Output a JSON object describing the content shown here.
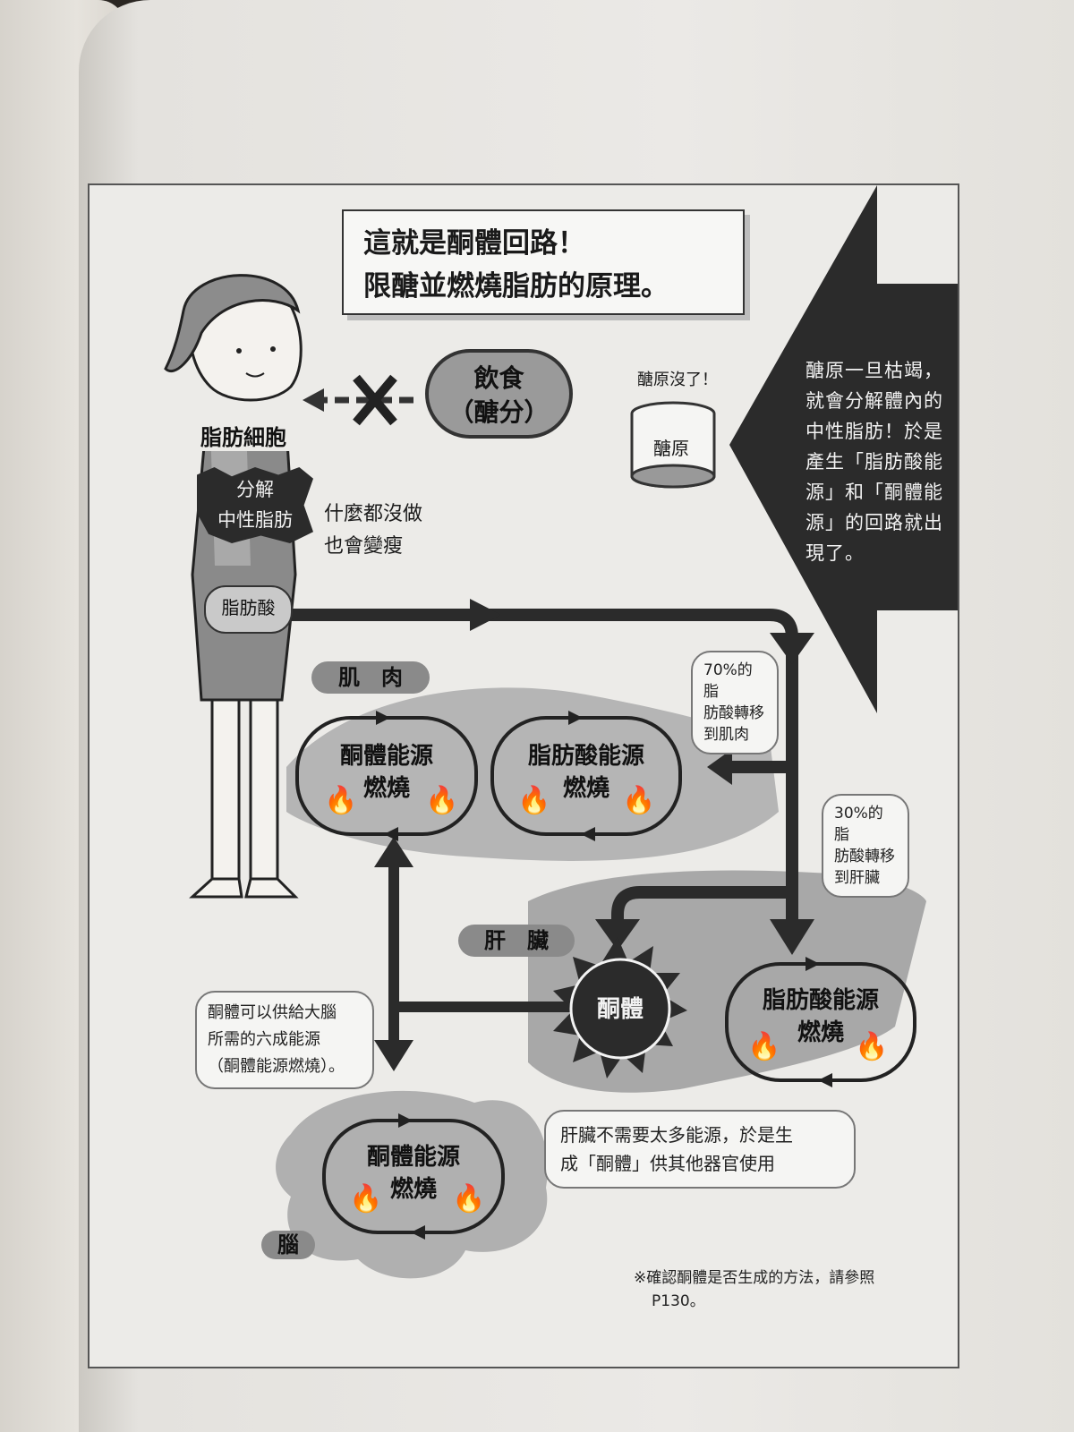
{
  "title": {
    "line1": "這就是酮體回路！",
    "line2": "限醣並燃燒脂肪的原理。"
  },
  "diet": {
    "line1": "飲食",
    "line2": "（醣分）"
  },
  "glycogen": {
    "bubble": "醣原沒了！",
    "label": "醣原"
  },
  "callout": {
    "lines": [
      "醣原一旦枯竭，",
      "就會分解體內的",
      "中性脂肪！於是",
      "產生「脂肪酸能",
      "源」和「酮體能",
      "源」的回路就出",
      "現了。"
    ]
  },
  "fat_cells": {
    "label": "脂肪細胞",
    "decompose": {
      "line1": "分解",
      "line2": "中性脂肪"
    },
    "fatty_acid": "脂肪酸",
    "note": {
      "line1": "什麼都沒做",
      "line2": "也會變瘦"
    }
  },
  "muscle": {
    "label": "肌　肉",
    "ketone_cycle": {
      "line1": "酮體能源",
      "line2": "燃燒"
    },
    "fatty_cycle": {
      "line1": "脂肪酸能源",
      "line2": "燃燒"
    },
    "note": [
      "70%的脂",
      "肪酸轉移",
      "到肌肉"
    ]
  },
  "liver": {
    "label": "肝　臟",
    "note": [
      "30%的脂",
      "肪酸轉移",
      "到肝臟"
    ],
    "ketone": "酮體",
    "fatty_cycle": {
      "line1": "脂肪酸能源",
      "line2": "燃燒"
    },
    "bubble": [
      "肝臟不需要太多能源，於是生",
      "成「酮體」供其他器官使用"
    ]
  },
  "brain": {
    "label": "腦",
    "bubble": [
      "酮體可以供給大腦",
      "所需的六成能源",
      "（酮體能源燃燒）。"
    ],
    "ketone_cycle": {
      "line1": "酮體能源",
      "line2": "燃燒"
    }
  },
  "footnote": {
    "line1": "※確認酮體是否生成的方法，請參照",
    "line2": "P130。"
  },
  "colors": {
    "dark": "#2b2b2b",
    "mid": "#8a8a8a",
    "light": "#b8b8b8",
    "paper": "#ecebe8"
  },
  "icons": [
    "flame-icon",
    "cross-icon",
    "arrow-icon",
    "sun-burst-icon"
  ]
}
